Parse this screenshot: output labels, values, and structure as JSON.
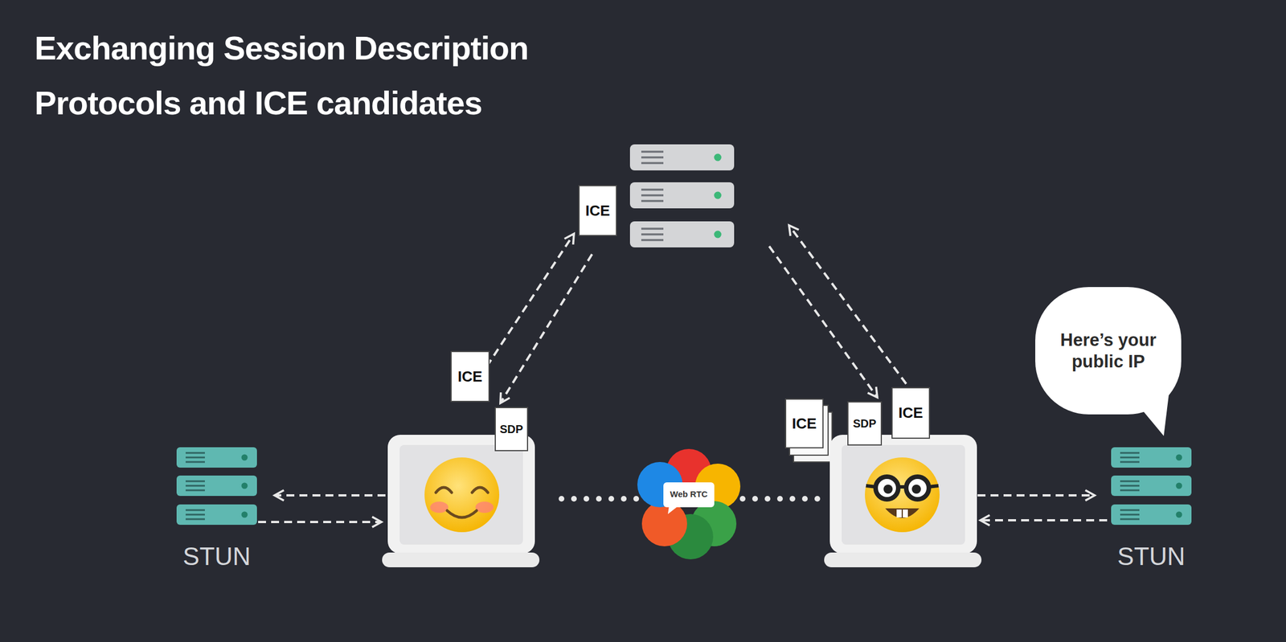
{
  "diagram": {
    "title": "Exchanging Session Description Protocols and ICE candidates",
    "nodes": [
      {
        "text": [
          "ICE"
        ]
      },
      {
        "text": [
          "Here’s your public IP"
        ]
      },
      {
        "text": [
          "ICE"
        ]
      },
      {
        "text": [
          "ICE"
        ]
      },
      {
        "text": [
          "ICE"
        ]
      },
      {
        "text": [
          "SDP"
        ]
      },
      {
        "text": [
          "SDP"
        ]
      },
      {
        "text": [
          "STUN"
        ]
      },
      {
        "text": [
          "Web RTC"
        ]
      },
      {
        "text": [
          "STUN"
        ]
      }
    ]
  }
}
